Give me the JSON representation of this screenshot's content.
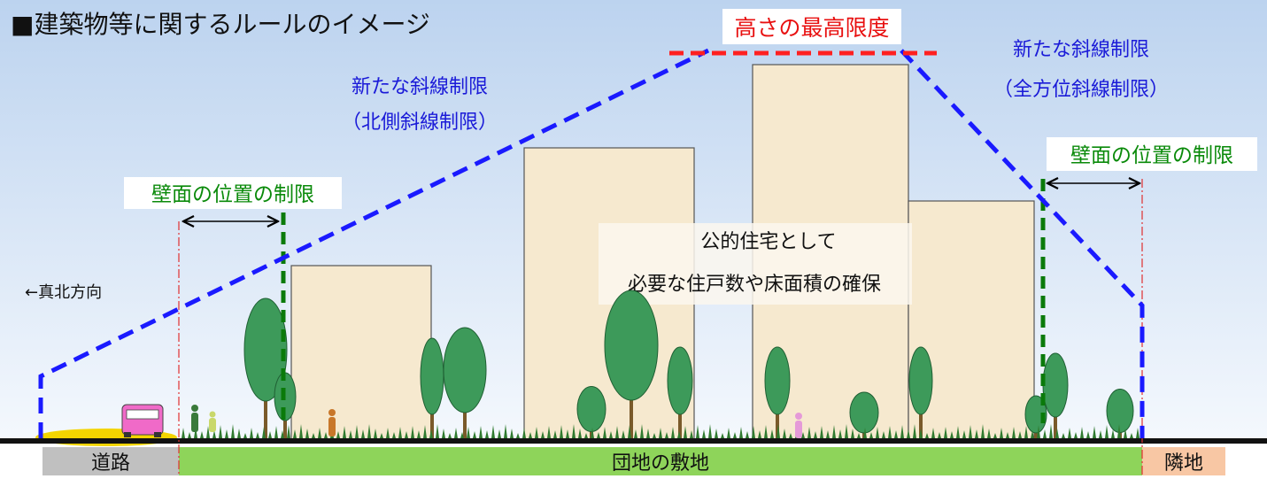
{
  "title": "■建築物等に関するルールのイメージ",
  "height_limit_label": "高さの最高限度",
  "north_slant": {
    "line1": "新たな斜線制限",
    "line2": "（北側斜線制限）"
  },
  "all_slant": {
    "line1": "新たな斜線制限",
    "line2": "（全方位斜線制限）"
  },
  "wall_left_label": "壁面の位置の制限",
  "wall_right_label": "壁面の位置の制限",
  "north_direction": "←真北方向",
  "center_text": {
    "line1": "公的住宅として",
    "line2": "必要な住戸数や床面積の確保"
  },
  "ground_labels": {
    "road": "道路",
    "site": "団地の敷地",
    "neighbor": "隣地"
  },
  "colors": {
    "sky_top": "#bcd3ef",
    "sky_bottom": "#f4f8fd",
    "building": "#f6e9cf",
    "slant_line": "#1a1aff",
    "height_line": "#ff2020",
    "wall_line": "#0a7a0a",
    "road_band": "#c0c0c0",
    "site_band": "#8ed45a",
    "neighbor_band": "#f8c7a4",
    "tree": "#3d9a5a"
  }
}
